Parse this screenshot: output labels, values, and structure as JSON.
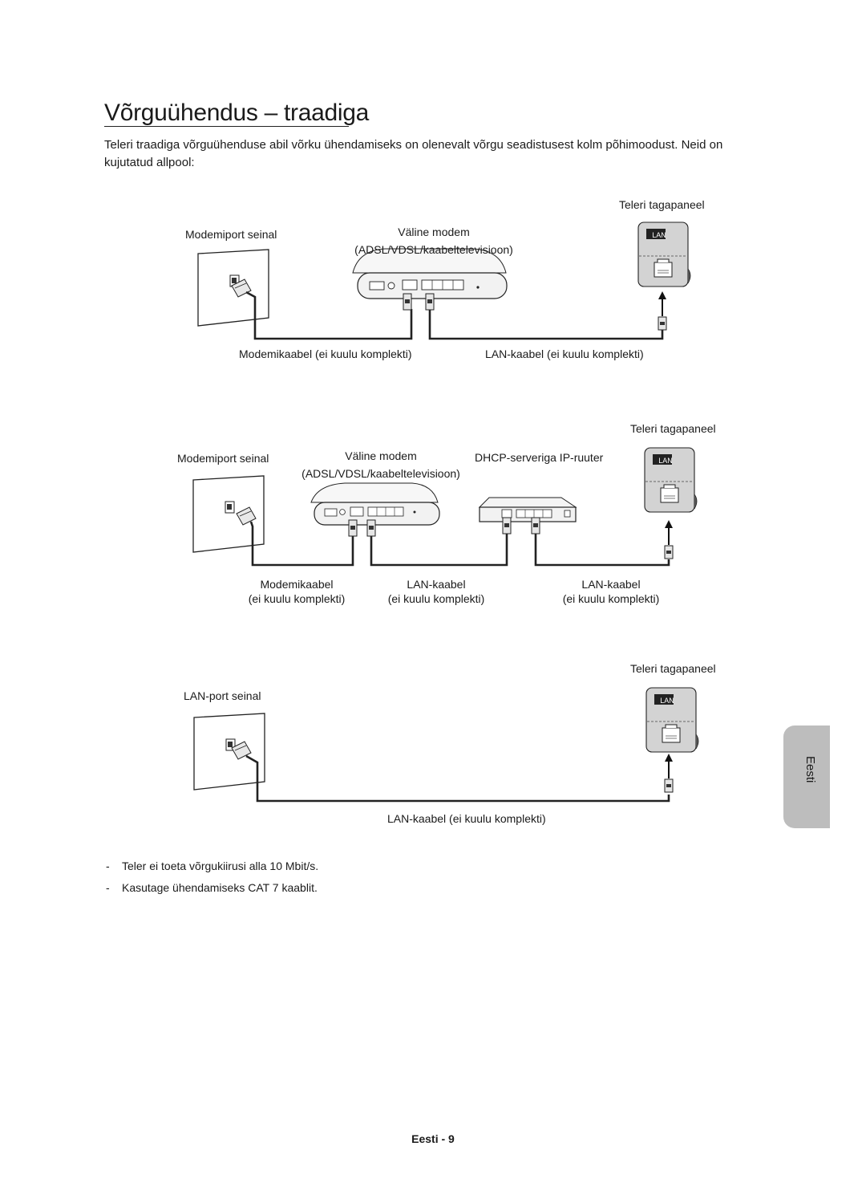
{
  "title": "Võrguühendus – traadiga",
  "intro": "Teleri traadiga võrguühenduse abil võrku ühendamiseks on olenevalt võrgu seadistusest kolm põhimoodust. Neid on kujutatud allpool:",
  "lan_label": "LAN",
  "diagram1": {
    "tv_back": "Teleri tagapaneel",
    "wall_port": "Modemiport seinal",
    "modem_line1": "Väline modem",
    "modem_line2": "(ADSL/VDSL/kaabeltelevisioon)",
    "cable_modem": "Modemikaabel (ei kuulu komplekti)",
    "cable_lan": "LAN-kaabel (ei kuulu komplekti)"
  },
  "diagram2": {
    "tv_back": "Teleri tagapaneel",
    "wall_port": "Modemiport seinal",
    "modem_line1": "Väline modem",
    "modem_line2": "(ADSL/VDSL/kaabeltelevisioon)",
    "router": "DHCP-serveriga IP-ruuter",
    "cable1_line1": "Modemikaabel",
    "cable1_line2": "(ei kuulu komplekti)",
    "cable2_line1": "LAN-kaabel",
    "cable2_line2": "(ei kuulu komplekti)",
    "cable3_line1": "LAN-kaabel",
    "cable3_line2": "(ei kuulu komplekti)"
  },
  "diagram3": {
    "tv_back": "Teleri tagapaneel",
    "wall_port": "LAN-port seinal",
    "cable_lan": "LAN-kaabel (ei kuulu komplekti)"
  },
  "notes": [
    "Teler ei toeta võrgukiirusi alla 10 Mbit/s.",
    "Kasutage ühendamiseks CAT 7 kaablit."
  ],
  "side_tab": "Eesti",
  "footer": "Eesti - 9"
}
